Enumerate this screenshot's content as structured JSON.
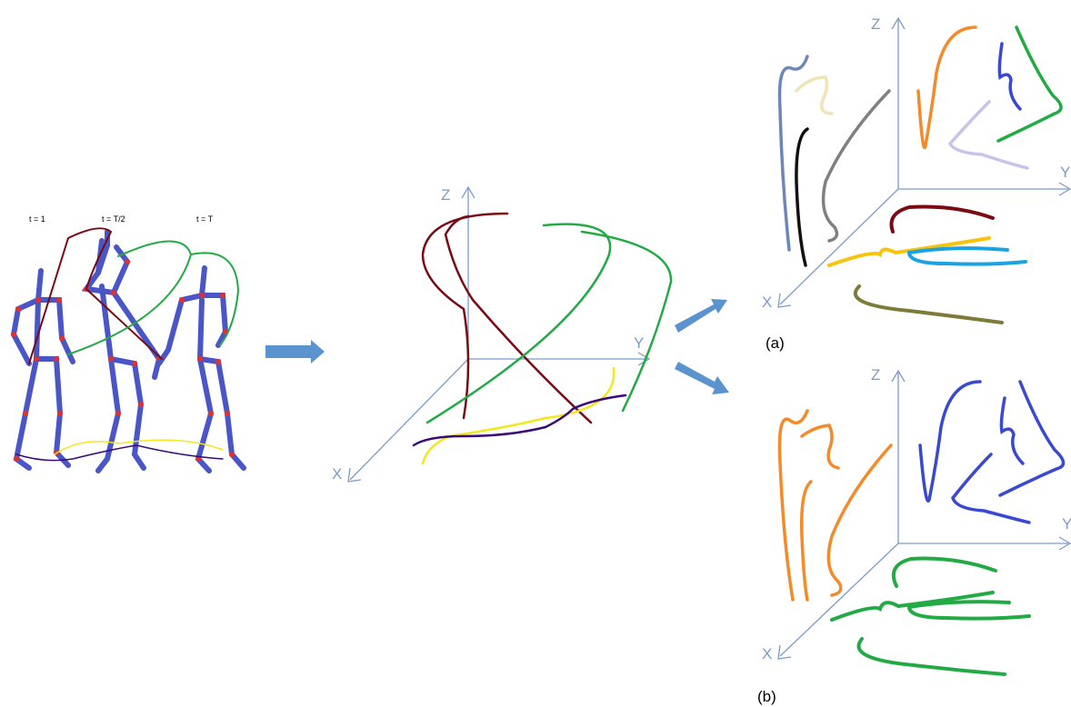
{
  "time_labels": {
    "t_start": "t = 1",
    "t_mid": "t = T/2",
    "t_end": "t = T"
  },
  "axes": {
    "x": "X",
    "y": "Y",
    "z": "Z"
  },
  "panel_labels": {
    "a": "(a)",
    "b": "(b)"
  },
  "colors": {
    "skeleton": "#4a55c8",
    "joint": "#e03030",
    "axis": "#7b9cc8",
    "arrow": "#5b93cf",
    "trajectory_darkred": "#7a0a14",
    "trajectory_green": "#22aa44",
    "trajectory_yellow": "#f0e820",
    "trajectory_purple": "#3a0a7a",
    "cluster_orange": "#f58a2a",
    "cluster_blue": "#3a4ad0",
    "cluster_green": "#22aa44"
  }
}
